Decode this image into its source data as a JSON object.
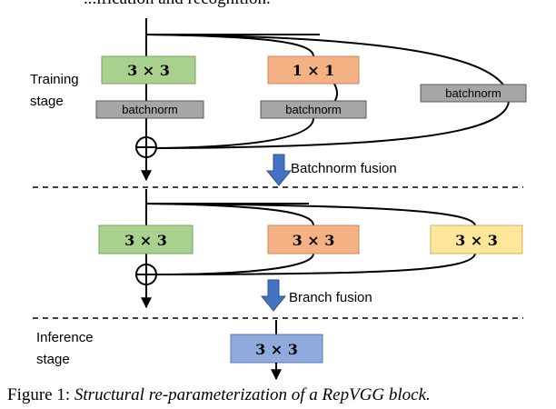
{
  "header_fragment": "...ification and recognition.",
  "training_stage_label": [
    "Training",
    "stage"
  ],
  "inference_stage_label": [
    "Inference",
    "stage"
  ],
  "training": {
    "conv3x3": "3 × 3",
    "conv1x1": "1 × 1",
    "bn_main": "batchnorm",
    "bn_1x1": "batchnorm",
    "bn_identity": "batchnorm"
  },
  "batchnorm_fusion_label": "Batchnorm fusion",
  "fused": {
    "conv_a": "3 × 3",
    "conv_b": "3 × 3",
    "conv_c": "3 × 3"
  },
  "branch_fusion_label": "Branch fusion",
  "inference": {
    "conv": "3 × 3"
  },
  "caption": {
    "prefix": "Figure 1: ",
    "text": "Structural re-parameterization of a RepVGG block."
  },
  "colors": {
    "green": "#a9d18e",
    "orange": "#f4b183",
    "yellow": "#ffe699",
    "blue": "#8faadc",
    "gray": "#a6a6a6",
    "arrow_blue": "#4472c4"
  }
}
